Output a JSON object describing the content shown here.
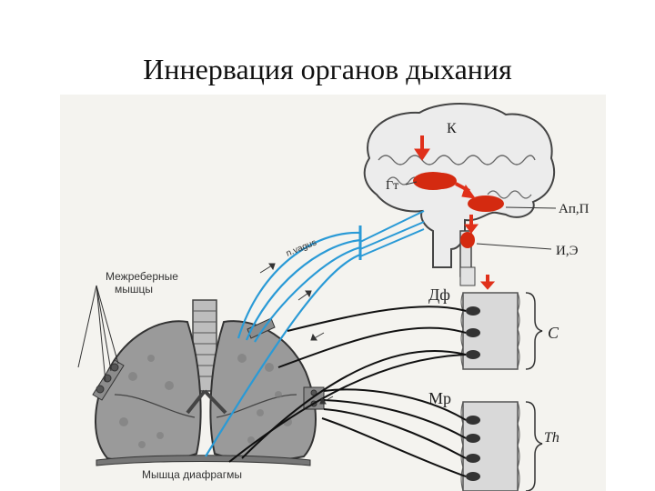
{
  "title": "Иннервация органов дыхания",
  "labels": {
    "cortex": "К",
    "hypothalamus": "Гт",
    "pons": "Ап,П",
    "medulla": "И,Э",
    "intercostal_muscles_line1": "Межреберные",
    "intercostal_muscles_line2": "мышцы",
    "diaphragm_muscle": "Мышца диафрагмы",
    "phrenic_segment": "Дф",
    "cervical_segment": "С",
    "motor_segment": "Мр",
    "thoracic_segment": "Th",
    "vagus_nerve": "n.vagus"
  },
  "colors": {
    "brain_fill": "#ececec",
    "center_red": "#d42a10",
    "arrow_red": "#e0301a",
    "vagus_blue": "#2a9ad6",
    "nerve_black": "#111111",
    "spinal_fill": "#d9d9d9",
    "lung_fill": "#9a9a9a",
    "background": "#f4f3ef"
  }
}
